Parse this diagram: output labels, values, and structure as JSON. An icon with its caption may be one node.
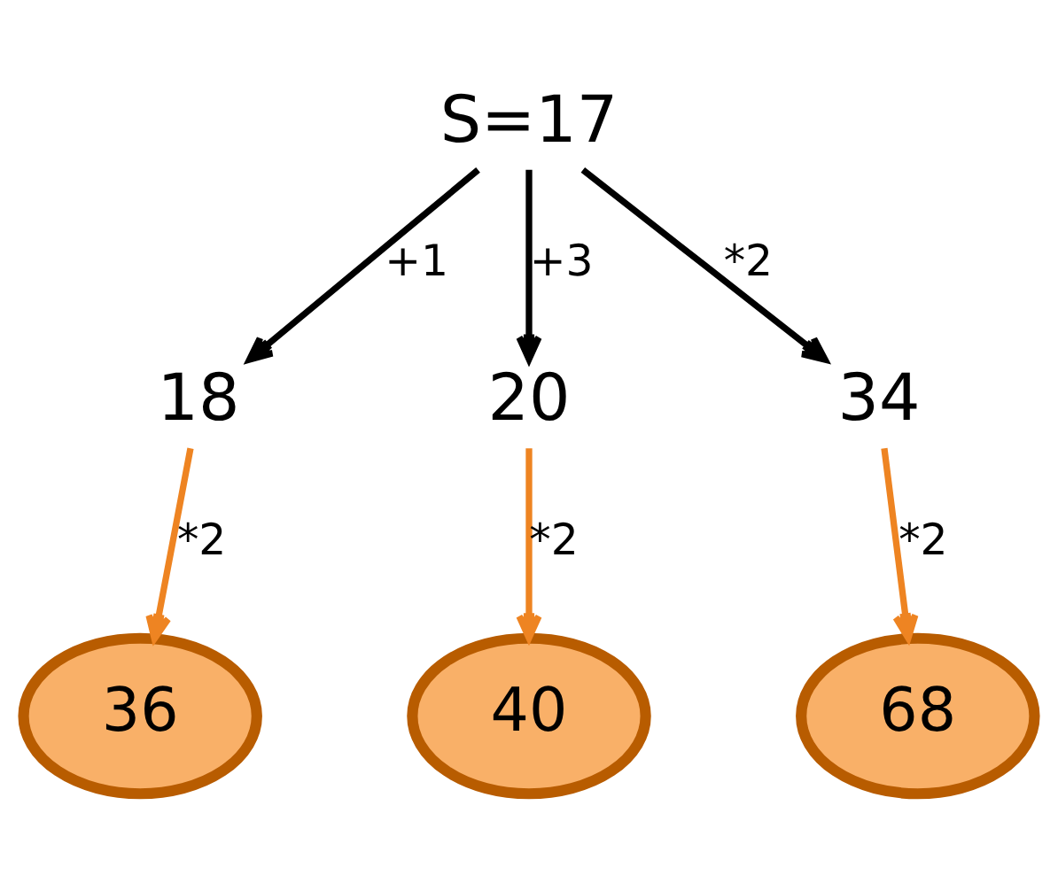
{
  "diagram": {
    "nodes": [
      {
        "text": [
          "S=17"
        ]
      },
      {
        "text": [
          "18"
        ]
      },
      {
        "text": [
          "20"
        ]
      },
      {
        "text": [
          "34"
        ]
      },
      {
        "text": [
          "36"
        ]
      },
      {
        "text": [
          "40"
        ]
      },
      {
        "text": [
          "68"
        ]
      }
    ],
    "edges": [
      {
        "from": 0,
        "to": 1,
        "arrow": "to",
        "label": "+1"
      },
      {
        "from": 0,
        "to": 2,
        "arrow": "to",
        "label": "+3"
      },
      {
        "from": 0,
        "to": 3,
        "arrow": "to",
        "label": "*2"
      },
      {
        "from": 1,
        "to": 4,
        "arrow": "to",
        "label": "*2",
        "color": "#ee8422"
      },
      {
        "from": 2,
        "to": 5,
        "arrow": "to",
        "label": "*2",
        "color": "#ee8422"
      },
      {
        "from": 3,
        "to": 6,
        "arrow": "to",
        "label": "*2",
        "color": "#ee8422"
      }
    ]
  }
}
